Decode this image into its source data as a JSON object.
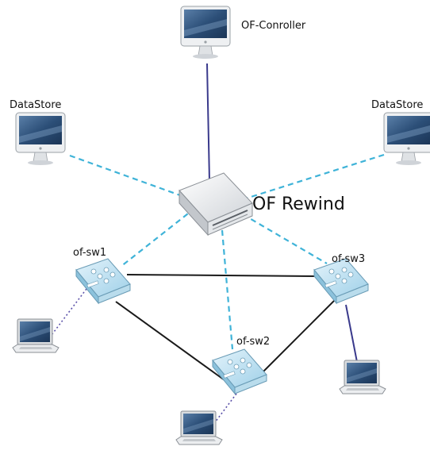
{
  "diagram": {
    "labels": {
      "controller": "OF-Conroller",
      "datastore_left": "DataStore",
      "datastore_right": "DataStore",
      "rewind": "OF Rewind",
      "sw1": "of-sw1",
      "sw2": "of-sw2",
      "sw3": "of-sw3"
    },
    "link_styles": {
      "control_dashed": "#3fb3d8",
      "controller_link": "#3a3a8c",
      "switch_link": "#1a1a1a",
      "host_dotted": "#5a50a8",
      "host_solid": "#3a3a8c"
    },
    "nodes": [
      {
        "id": "controller",
        "kind": "monitor-icon"
      },
      {
        "id": "datastore-left",
        "kind": "monitor-icon"
      },
      {
        "id": "datastore-right",
        "kind": "monitor-icon"
      },
      {
        "id": "of-rewind",
        "kind": "proxy-box-icon"
      },
      {
        "id": "of-sw1",
        "kind": "switch-icon"
      },
      {
        "id": "of-sw2",
        "kind": "switch-icon"
      },
      {
        "id": "of-sw3",
        "kind": "switch-icon"
      },
      {
        "id": "host-left",
        "kind": "laptop-icon"
      },
      {
        "id": "host-bottom",
        "kind": "laptop-icon"
      },
      {
        "id": "host-right",
        "kind": "laptop-icon"
      }
    ]
  }
}
